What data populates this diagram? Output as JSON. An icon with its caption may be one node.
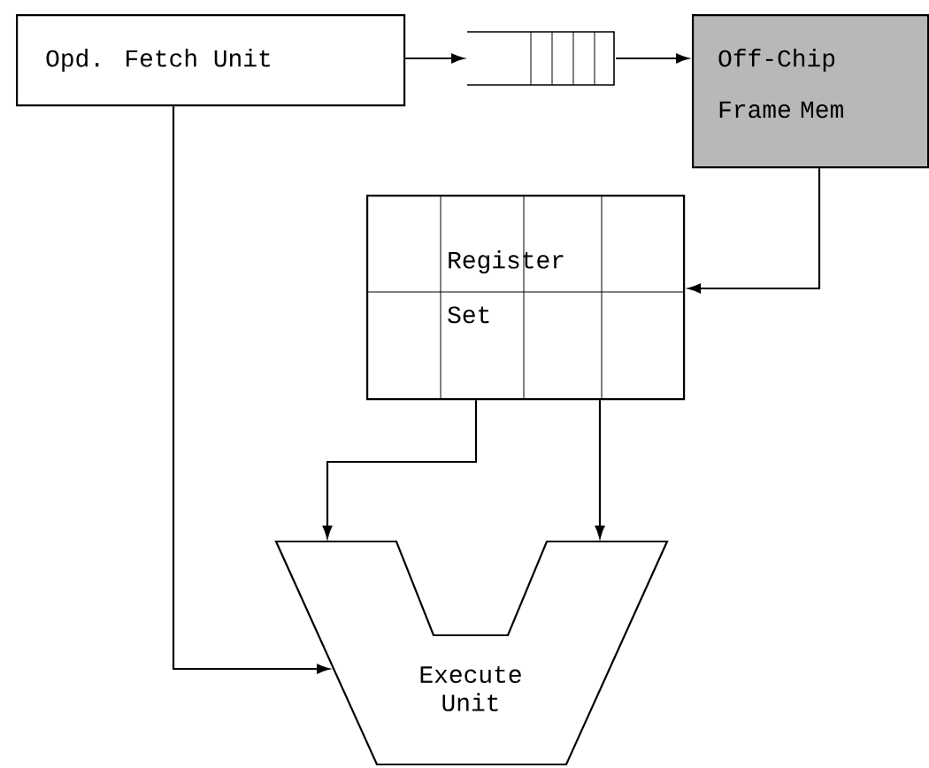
{
  "diagram": {
    "nodes": [
      {
        "text": [
          "Opd. Fetch Unit"
        ]
      },
      {
        "text": [],
        "shape": "queue"
      },
      {
        "text": [
          "Off-Chip Frame Mem"
        ]
      },
      {
        "text": [
          "Register Set"
        ]
      },
      {
        "text": [
          "Execute Unit"
        ]
      }
    ],
    "edges": [
      {
        "from": 0,
        "to": 1,
        "arrow": "to"
      },
      {
        "from": 1,
        "to": 2,
        "arrow": "to"
      },
      {
        "from": 2,
        "to": 3,
        "arrow": "to"
      },
      {
        "from": 3,
        "to": 4,
        "arrow": "to"
      },
      {
        "from": 3,
        "to": 4,
        "arrow": "to"
      },
      {
        "from": 0,
        "to": 4,
        "arrow": "to"
      }
    ]
  }
}
